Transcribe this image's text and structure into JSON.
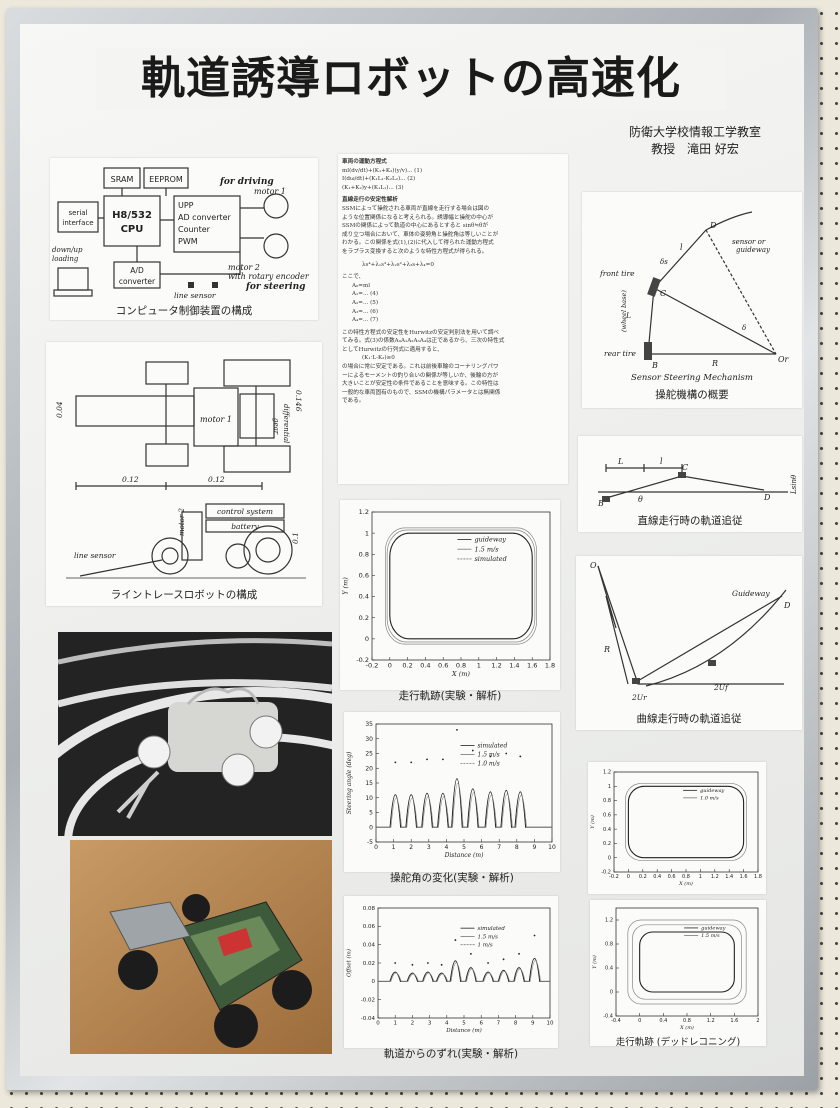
{
  "title": "軌道誘導ロボットの高速化",
  "affiliation": {
    "line1": "防衛大学校情報工学教室",
    "line2": "教授　滝田 好宏"
  },
  "control_diagram": {
    "caption": "コンピュータ制御装置の構成",
    "sram": "SRAM",
    "eeprom": "EEPROM",
    "cpu_line1": "H8/532",
    "cpu_line2": "CPU",
    "upp_lines": [
      "UPP",
      "AD converter",
      "Counter",
      "PWM"
    ],
    "serial_line1": "serial",
    "serial_line2": "interface",
    "ad_line1": "A/D",
    "ad_line2": "converter",
    "download_line1": "down/up",
    "download_line2": "loading",
    "for_driving": "for driving",
    "motor1": "motor 1",
    "motor2_line1": "motor 2",
    "motor2_line2": "with rotary encoder",
    "for_steering": "for steering",
    "line_sensor": "line sensor"
  },
  "robot_diagram": {
    "caption": "ライントレースロボットの構成",
    "dim_004": "0.04",
    "dim_012a": "0.12",
    "dim_012b": "0.12",
    "dim_0146": "0.146",
    "motor1": "motor 1",
    "diff_line1": "differential",
    "diff_line2": "gear",
    "control_system": "control system",
    "battery": "battery",
    "motor2": "motor 2",
    "dim_01": "0.1",
    "line_sensor": "line sensor"
  },
  "equations": {
    "h1": "車両の運動方程式",
    "h2": "直線走行の安定性解析",
    "body": [
      "SSMによって操舵される車両が直線を走行する場合は図の",
      "ような位置関係になると考えられる。誘導幅と操舵の中心が",
      "SSMの関係によって軌道の中心にあるとすると sinθ≒θが",
      "成り立つ場合において、車体の姿勢角と操舵角は等しいことが",
      "わかる。この関係を式(1),(2)に代入して得られた運動方程式",
      "をラプラス変換すると次のような特性方程式が得られる。"
    ],
    "char_eq": "λs⁴+λ₁s³+λ₂s²+λ₃s+λ₄=0",
    "here": "ここで、",
    "coef": [
      "A₀=ml",
      "A₁=... (4)",
      "A₂=... (5)",
      "A₃=... (6)",
      "A₄=... (7)"
    ],
    "body2": [
      "この特性方程式の安定性をHurwitzの安定判別法を用いて調べ",
      "てみる。式(3)の係数A₀A₁A₂A₃A₄は正であるから、三次の特性式",
      "としてHurwitzの行列式に適用すると、",
      "(K₁·L-K₂)≥0",
      "の場合に常に安定である。これは前後車輪のコーナリングパワ",
      "ーによるモーメントの釣り合いの関係が等しいか、後輪の方が",
      "大きいことが安定性の条件であることを意味する。この特性は",
      "一般的な車両固有のもので、SSMの機構パラメータとは無関係",
      "である。"
    ]
  },
  "steering_diagram": {
    "caption": "操舵機構の概要",
    "inner_title": "Sensor Steering Mechanism",
    "sensor_line1": "sensor or",
    "sensor_line2": "guideway",
    "front_tire": "front tire",
    "rear_tire": "rear tire",
    "wheel_base_line1": "L",
    "wheel_base_line2": "(wheel base)",
    "lbl_d": "D",
    "lbl_c": "C",
    "lbl_b": "B",
    "lbl_r": "R",
    "lbl_or": "Or",
    "lbl_l": "l",
    "lbl_delta1": "δs",
    "lbl_delta2": "δ"
  },
  "straight_diagram": {
    "caption": "直線走行時の軌道追従",
    "lbl_l1": "L",
    "lbl_l2": "l",
    "lbl_b": "B",
    "lbl_c": "C",
    "lbl_d": "D",
    "lbl_theta": "θ",
    "lbl_lsin": "Lsinθ"
  },
  "curve_diagram": {
    "caption": "曲線走行時の軌道追従",
    "guideway": "Guideway",
    "lbl_o": "O",
    "lbl_r": "R",
    "lbl_d": "D",
    "lbl_2u": "2Ur",
    "lbl_2u2": "2Uf"
  },
  "photos": {
    "top": "robot-on-track-photo",
    "bottom": "robot-closeup-photo"
  },
  "chart_data": [
    {
      "type": "line",
      "id": "trajectory",
      "caption": "走行軌跡(実験・解析)",
      "xlabel": "X (m)",
      "ylabel": "Y (m)",
      "xlim": [
        -0.2,
        1.8
      ],
      "ylim": [
        -0.2,
        1.2
      ],
      "xticks": [
        -0.2,
        0,
        0.2,
        0.4,
        0.6,
        0.8,
        1,
        1.2,
        1.4,
        1.6,
        1.8
      ],
      "yticks": [
        -0.2,
        0,
        0.2,
        0.4,
        0.6,
        0.8,
        1,
        1.2
      ],
      "legend": [
        "guideway",
        "1.5 m/s",
        "simulated"
      ],
      "shape": {
        "x_min": 0,
        "x_max": 1.6,
        "y_min": 0,
        "y_max": 1.0,
        "corner_radius": 0.22
      }
    },
    {
      "type": "line",
      "id": "steering",
      "caption": "操舵角の変化(実験・解析)",
      "xlabel": "Distance (m)",
      "ylabel": "Steering angle (deg)",
      "xlim": [
        0,
        10
      ],
      "ylim": [
        -5,
        35
      ],
      "xticks": [
        0,
        1,
        2,
        3,
        4,
        5,
        6,
        7,
        8,
        9,
        10
      ],
      "yticks": [
        -5,
        0,
        5,
        10,
        15,
        20,
        25,
        30,
        35
      ],
      "legend": [
        "simulated",
        "1.5 m/s",
        "1.0 m/s"
      ],
      "peaks": [
        {
          "x": 1.1,
          "y": 22
        },
        {
          "x": 2.0,
          "y": 22
        },
        {
          "x": 2.9,
          "y": 23
        },
        {
          "x": 3.8,
          "y": 23
        },
        {
          "x": 4.6,
          "y": 33
        },
        {
          "x": 5.5,
          "y": 26
        },
        {
          "x": 6.5,
          "y": 24
        },
        {
          "x": 7.4,
          "y": 25
        },
        {
          "x": 8.2,
          "y": 24
        }
      ],
      "baseline": 0
    },
    {
      "type": "line",
      "id": "offset",
      "caption": "軌道からのずれ(実験・解析)",
      "xlabel": "Distance (m)",
      "ylabel": "Offset (m)",
      "xlim": [
        0,
        10
      ],
      "ylim": [
        -0.04,
        0.08
      ],
      "xticks": [
        0,
        1,
        2,
        3,
        4,
        5,
        6,
        7,
        8,
        9,
        10
      ],
      "yticks": [
        -0.04,
        -0.02,
        0,
        0.02,
        0.04,
        0.06,
        0.08
      ],
      "legend": [
        "simulated",
        "1.5 m/s",
        "1 m/s"
      ],
      "peaks": [
        {
          "x": 1.0,
          "y": 0.02
        },
        {
          "x": 2.0,
          "y": 0.018
        },
        {
          "x": 2.9,
          "y": 0.02
        },
        {
          "x": 3.7,
          "y": 0.018
        },
        {
          "x": 4.5,
          "y": 0.045
        },
        {
          "x": 5.4,
          "y": 0.03
        },
        {
          "x": 6.4,
          "y": 0.02
        },
        {
          "x": 7.3,
          "y": 0.024
        },
        {
          "x": 8.2,
          "y": 0.03
        },
        {
          "x": 9.1,
          "y": 0.05
        }
      ]
    },
    {
      "type": "line",
      "id": "deadreck1",
      "xlabel": "X (m)",
      "ylabel": "Y (m)",
      "xlim": [
        -0.2,
        1.8
      ],
      "ylim": [
        -0.2,
        1.2
      ],
      "xticks": [
        -0.2,
        0,
        0.2,
        0.4,
        0.6,
        0.8,
        1,
        1.2,
        1.4,
        1.6,
        1.8
      ],
      "yticks": [
        -0.2,
        0,
        0.2,
        0.4,
        0.6,
        0.8,
        1,
        1.2
      ],
      "legend": [
        "guideway",
        "1.0 m/s"
      ],
      "shape": {
        "x_min": 0,
        "x_max": 1.6,
        "y_min": 0,
        "y_max": 1.0,
        "corner_radius": 0.22
      }
    },
    {
      "type": "line",
      "id": "deadreck2",
      "caption": "走行軌跡 (デッドレコニング)",
      "xlabel": "X (m)",
      "ylabel": "Y (m)",
      "xlim": [
        -0.4,
        2.0
      ],
      "ylim": [
        -0.4,
        1.4
      ],
      "xticks": [
        -0.4,
        0,
        0.4,
        0.8,
        1.2,
        1.6,
        2.0
      ],
      "yticks": [
        -0.4,
        0,
        0.4,
        0.8,
        1.2
      ],
      "legend": [
        "guideway",
        "1.5 m/s"
      ],
      "shape": {
        "x_min": 0,
        "x_max": 1.6,
        "y_min": 0,
        "y_max": 1.0,
        "corner_radius": 0.22
      }
    }
  ]
}
